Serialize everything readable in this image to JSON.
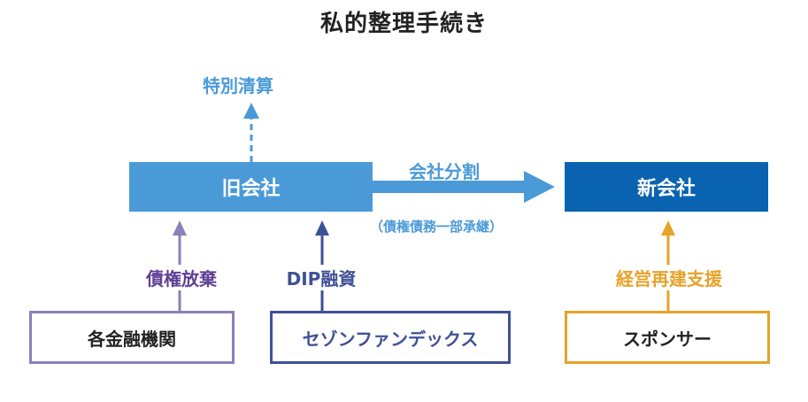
{
  "title": "私的整理手続き",
  "old_company": "旧会社",
  "new_company": "新会社",
  "special_liquidation": "特別清算",
  "split": {
    "label": "会社分割",
    "sublabel": "（債権債務一部承継）"
  },
  "lenders": {
    "name": "各金融機関",
    "action": "債権放棄"
  },
  "fund": {
    "name": "セゾンファンデックス",
    "action": "DIP融資"
  },
  "sponsor": {
    "name": "スポンサー",
    "action": "経営再建支援"
  },
  "colors": {
    "old_company": "#4a9ad8",
    "new_company": "#0a63b0",
    "lenders": "#8b7fb8",
    "fund": "#3f5196",
    "sponsor": "#e7a229",
    "text_dark": "#222222"
  }
}
